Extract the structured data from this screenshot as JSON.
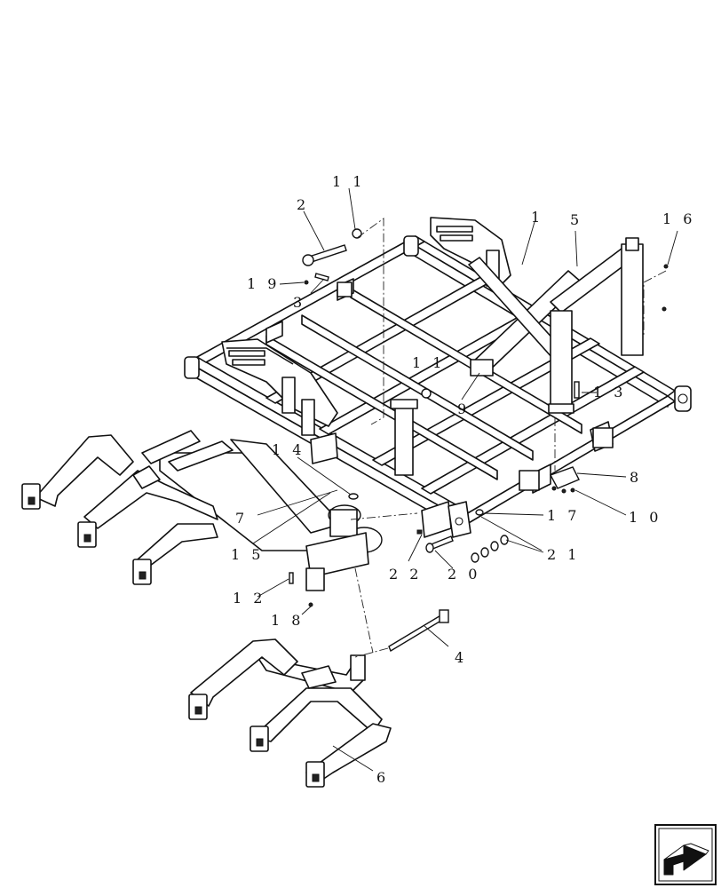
{
  "diagram": {
    "callouts": {
      "c1": "1",
      "c2": "2",
      "c3": "3",
      "c4": "4",
      "c5": "5",
      "c6": "6",
      "c7": "7",
      "c8": "8",
      "c9": "9",
      "c10": "1 0",
      "c11a": "1 1",
      "c11b": "1 1",
      "c12": "1 2",
      "c13": "1 3",
      "c14": "1 4",
      "c15": "1 5",
      "c16": "1 6",
      "c17": "1 7",
      "c18": "1 8",
      "c19": "1 9",
      "c20": "2 0",
      "c21": "2 1",
      "c22": "2 2"
    }
  },
  "nav": {
    "icon": "next-page-arrow-icon"
  }
}
